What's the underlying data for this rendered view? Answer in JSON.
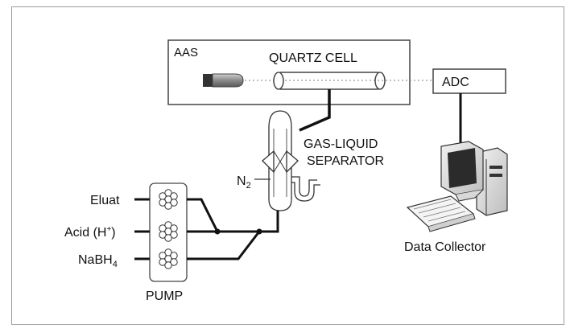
{
  "diagram": {
    "aas_label": "AAS",
    "quartz_cell_label": "QUARTZ CELL",
    "adc_label": "ADC",
    "separator_label_line1": "GAS-LIQUID",
    "separator_label_line2": "SEPARATOR",
    "n2_label": "N",
    "n2_subscript": "2",
    "pump_label": "PUMP",
    "inputs": [
      {
        "text": "Eluat",
        "sup": "",
        "sub": "",
        "after": ""
      },
      {
        "text": "Acid (H",
        "sup": "+",
        "sub": "",
        "after": ")"
      },
      {
        "text": "NaBH",
        "sup": "",
        "sub": "4",
        "after": ""
      }
    ],
    "data_collector_label": "Data Collector"
  }
}
